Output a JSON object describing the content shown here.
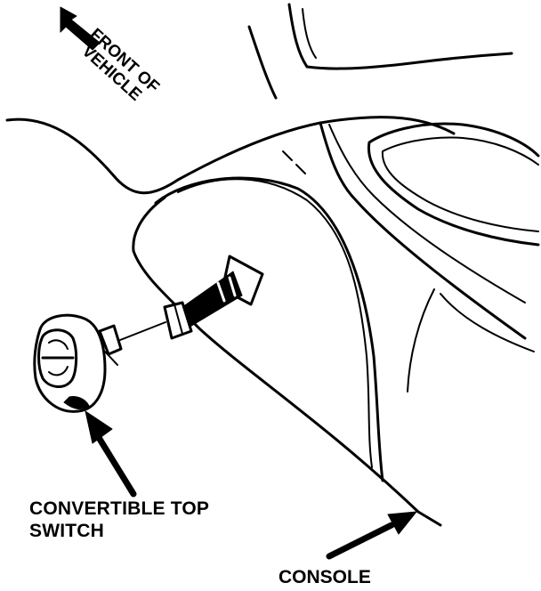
{
  "labels": {
    "front_of_vehicle": {
      "line1": "FRONT OF",
      "line2": "VEHICLE"
    },
    "convertible_top_switch": {
      "line1": "CONVERTIBLE TOP",
      "line2": "SWITCH"
    },
    "console": "CONSOLE"
  },
  "colors": {
    "ink": "#000000",
    "paper": "#ffffff"
  }
}
